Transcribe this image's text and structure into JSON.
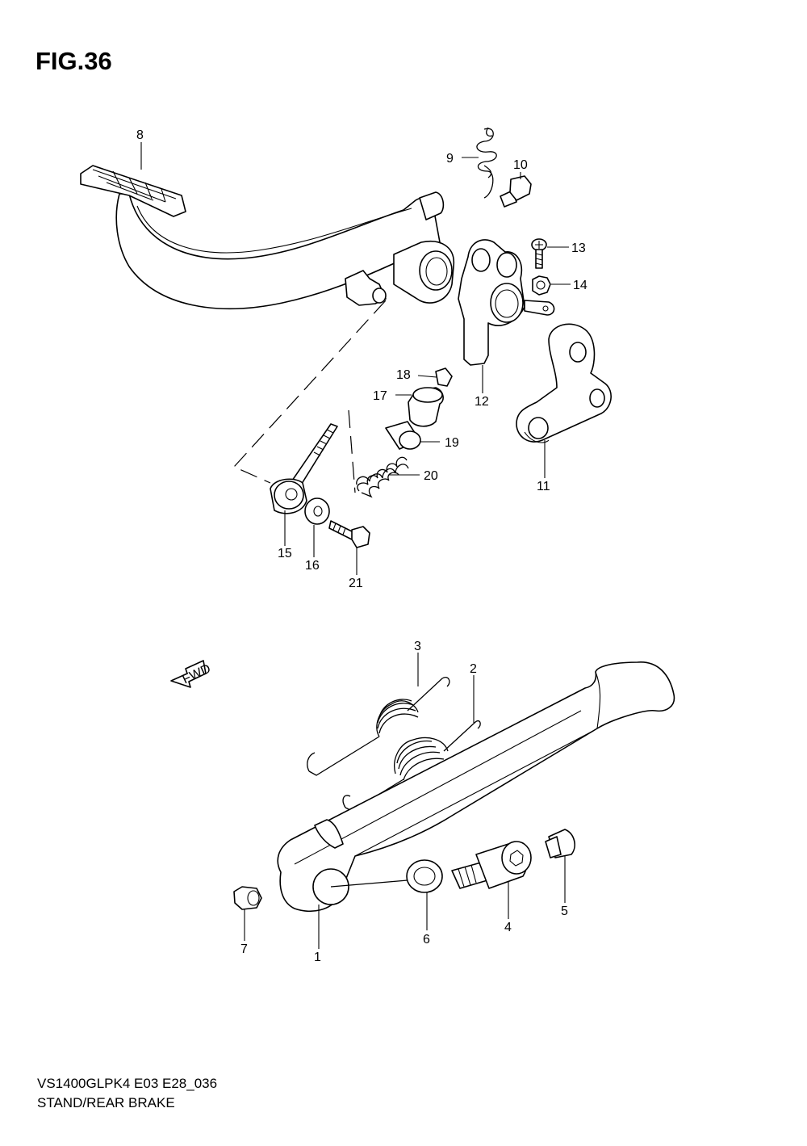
{
  "figure": {
    "title": "FIG.36"
  },
  "footer": {
    "model_code": "VS1400GLPK4 E03 E28_036",
    "section": "STAND/REAR BRAKE"
  },
  "fwd_label": "FWD",
  "callouts": [
    "1",
    "2",
    "3",
    "4",
    "5",
    "6",
    "7",
    "8",
    "9",
    "10",
    "11",
    "12",
    "13",
    "14",
    "15",
    "16",
    "17",
    "18",
    "19",
    "20",
    "21"
  ],
  "colors": {
    "ink": "#000000",
    "paper": "#ffffff"
  }
}
